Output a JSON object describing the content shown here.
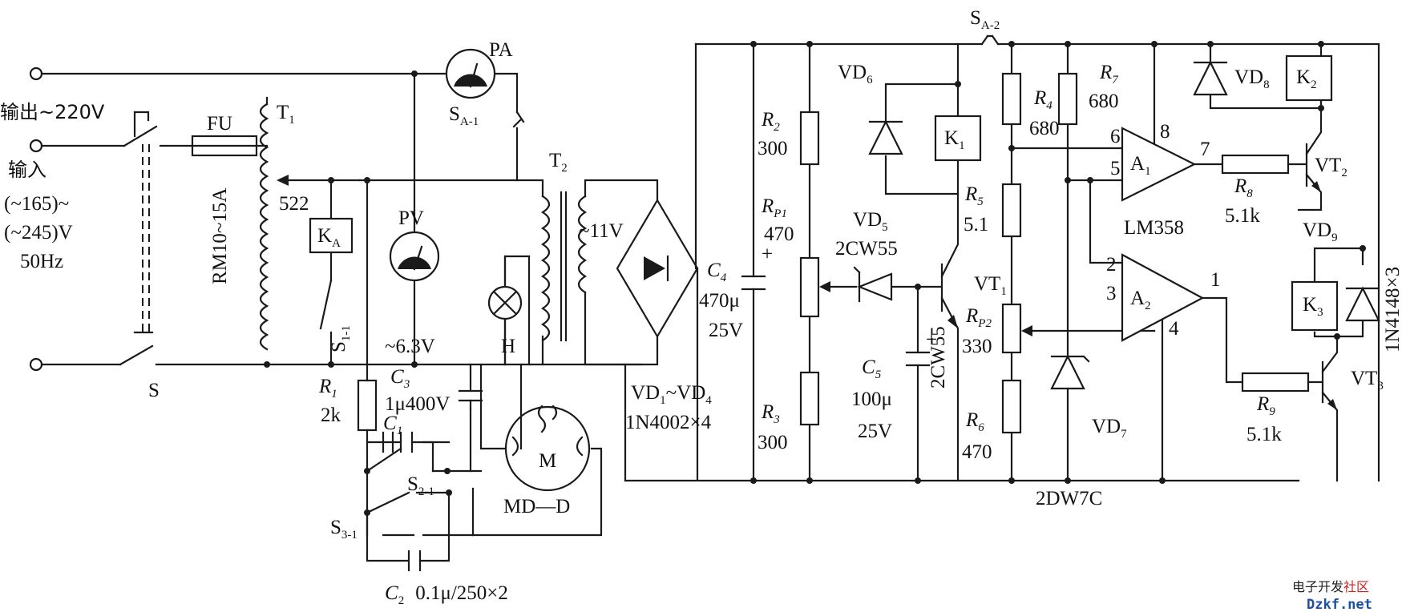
{
  "input": {
    "output_label": "输出~220V",
    "input_label": "输入",
    "range_low": "(~165)~",
    "range_high": "(~245)V",
    "frequency": "50Hz",
    "switch": "S"
  },
  "fuse": {
    "name": "FU",
    "rating": "RM10~15A"
  },
  "transformer1": {
    "name": "T",
    "sub": "1",
    "tap": "522"
  },
  "relay_a": {
    "name": "K",
    "sub": "A",
    "contact": "S",
    "contact_sub": "1-1"
  },
  "ammeter": {
    "name": "PA",
    "switch": "S",
    "switch_sub": "A-1"
  },
  "voltmeter": {
    "name": "PV",
    "lamp_voltage": "~6.3V",
    "lamp_node": "H"
  },
  "transformer2": {
    "name": "T",
    "sub": "2",
    "secondary": "~11V"
  },
  "r1": {
    "name": "R",
    "sub": "1",
    "value": "2k"
  },
  "c3": {
    "name": "C",
    "sub": "3",
    "value": "1μ400V"
  },
  "c1": {
    "name": "C",
    "sub": "1"
  },
  "c2": {
    "name": "C",
    "sub": "2",
    "value": "0.1μ/250×2"
  },
  "s2": {
    "name": "S",
    "sub": "2-1"
  },
  "s3": {
    "name": "S",
    "sub": "3-1"
  },
  "motor": {
    "symbol": "M",
    "model": "MD—D"
  },
  "bridge": {
    "name": "VD",
    "sub_a": "1",
    "tilde": "~VD",
    "sub_b": "4",
    "part": "1N4002×4"
  },
  "c4": {
    "name": "C",
    "sub": "4",
    "value": "470μ",
    "voltage": "25V",
    "polarity": "+"
  },
  "r2": {
    "name": "R",
    "sub": "2",
    "value": "300"
  },
  "rp1": {
    "name": "R",
    "sub": "P1",
    "value": "470"
  },
  "r3": {
    "name": "R",
    "sub": "3",
    "value": "300"
  },
  "sa2": {
    "name": "S",
    "sub": "A-2"
  },
  "vd6": {
    "name": "VD",
    "sub": "6"
  },
  "k1": {
    "name": "K",
    "sub": "1"
  },
  "vd5": {
    "name": "VD",
    "sub": "5",
    "part": "2CW55"
  },
  "vt1": {
    "name": "VT",
    "sub": "1",
    "zener_part": "2CW55"
  },
  "c5": {
    "name": "C",
    "sub": "5",
    "value": "100μ",
    "voltage": "25V",
    "polarity": "+"
  },
  "r4": {
    "name": "R",
    "sub": "4",
    "value": "680"
  },
  "r7": {
    "name": "R",
    "sub": "7",
    "value": "680"
  },
  "r5": {
    "name": "R",
    "sub": "5",
    "value": "5.1"
  },
  "rp2": {
    "name": "R",
    "sub": "P2",
    "value": "330"
  },
  "r6": {
    "name": "R",
    "sub": "6",
    "value": "470"
  },
  "vd7": {
    "name": "VD",
    "sub": "7",
    "part": "2DW7C"
  },
  "a1": {
    "name": "A",
    "sub": "1",
    "pin6": "6",
    "pin5": "5",
    "pin7": "7",
    "pin8": "8",
    "ic": "LM358"
  },
  "a2": {
    "name": "A",
    "sub": "2",
    "pin2": "2",
    "pin3": "3",
    "pin1": "1",
    "pin4": "4"
  },
  "r8": {
    "name": "R",
    "sub": "8",
    "value": "5.1k"
  },
  "r9": {
    "name": "R",
    "sub": "9",
    "value": "5.1k"
  },
  "vt2": {
    "name": "VT",
    "sub": "2"
  },
  "vt3": {
    "name": "VT",
    "sub": "3"
  },
  "vd8": {
    "name": "VD",
    "sub": "8"
  },
  "k2": {
    "name": "K",
    "sub": "2"
  },
  "vd9": {
    "name": "VD",
    "sub": "9",
    "part": "1N4148×3"
  },
  "k3": {
    "name": "K",
    "sub": "3"
  },
  "watermark": {
    "line1": "电子开发",
    "line1_red": "社区",
    "line2": "Dzkf.net"
  }
}
